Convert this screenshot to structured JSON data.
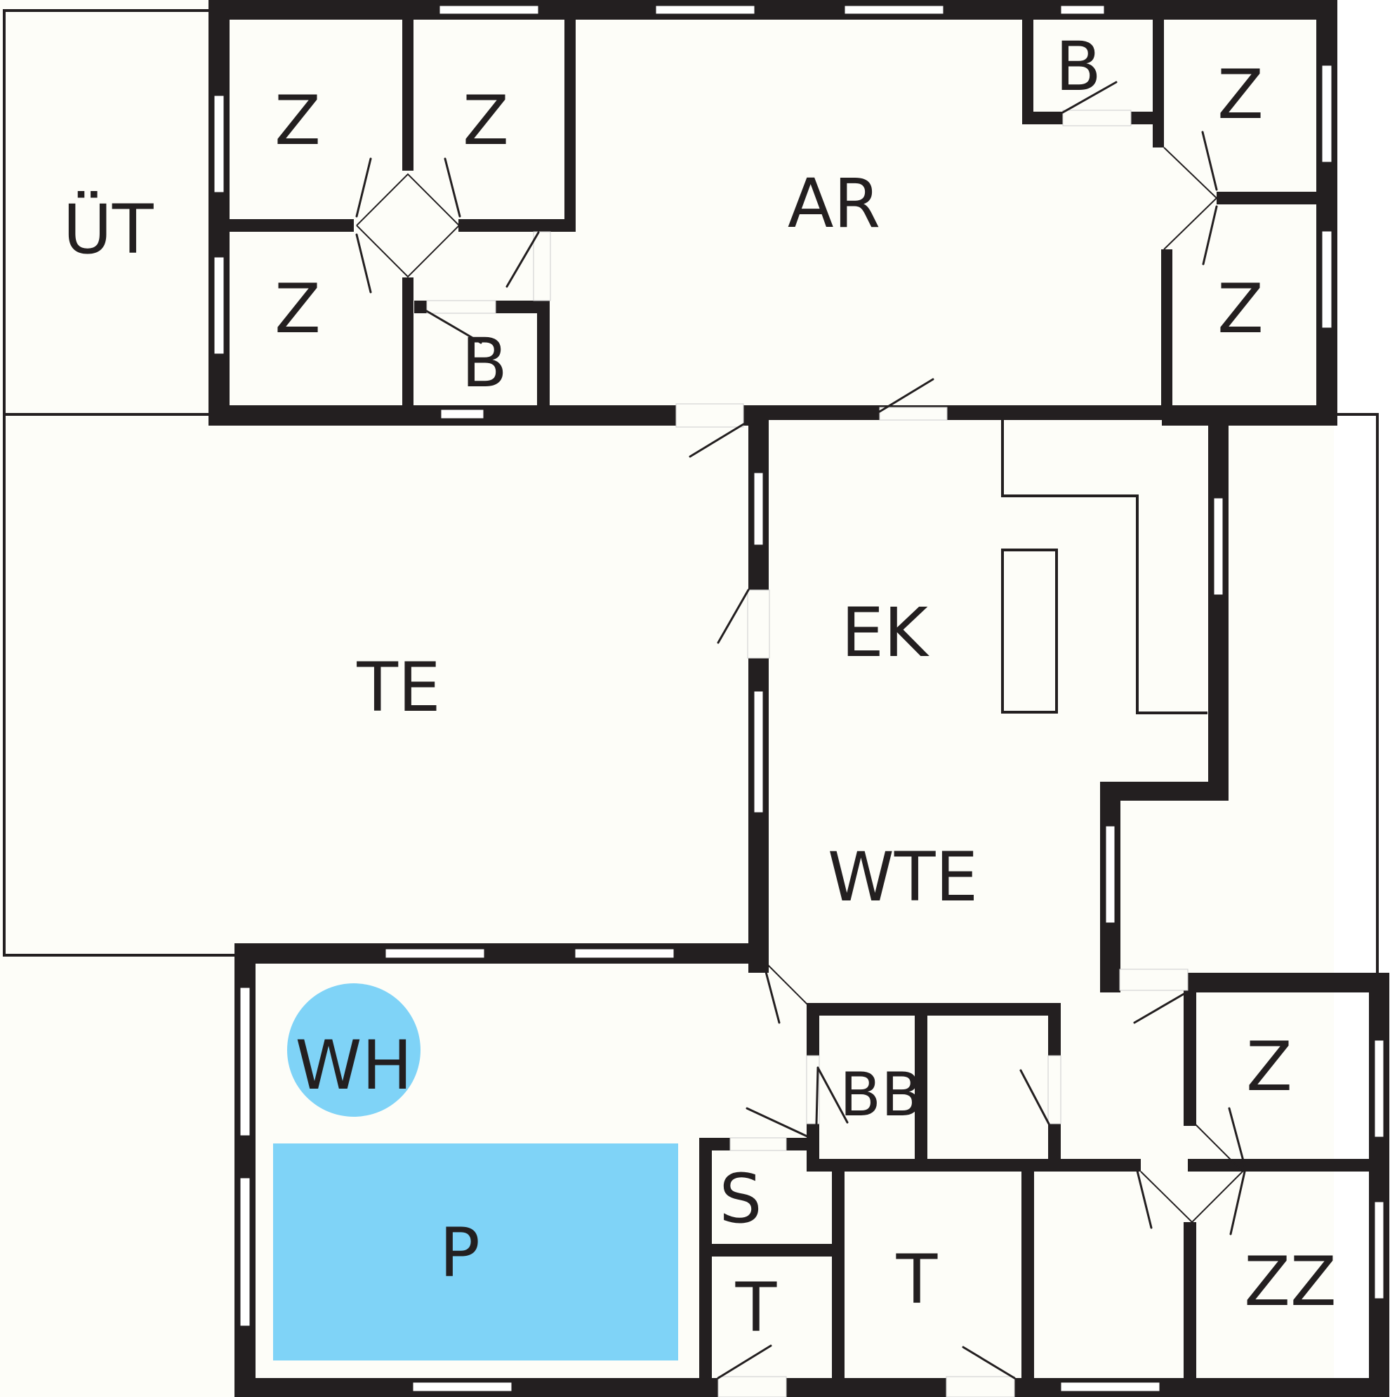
{
  "colors": {
    "wall": "#231f20",
    "floor": "#fdfdf8",
    "water": "#7fd3f7",
    "window": "#ffffff"
  },
  "rooms": {
    "ut": "ÜT",
    "z1": "Z",
    "z2": "Z",
    "z3": "Z",
    "b1": "B",
    "ar": "AR",
    "b2": "B",
    "z4": "Z",
    "z5": "Z",
    "te": "TE",
    "ek": "EK",
    "wte": "WTE",
    "wh": "WH",
    "p": "P",
    "bb": "BB",
    "s": "S",
    "t1": "T",
    "t2": "T",
    "z6": "Z",
    "zz": "ZZ"
  }
}
